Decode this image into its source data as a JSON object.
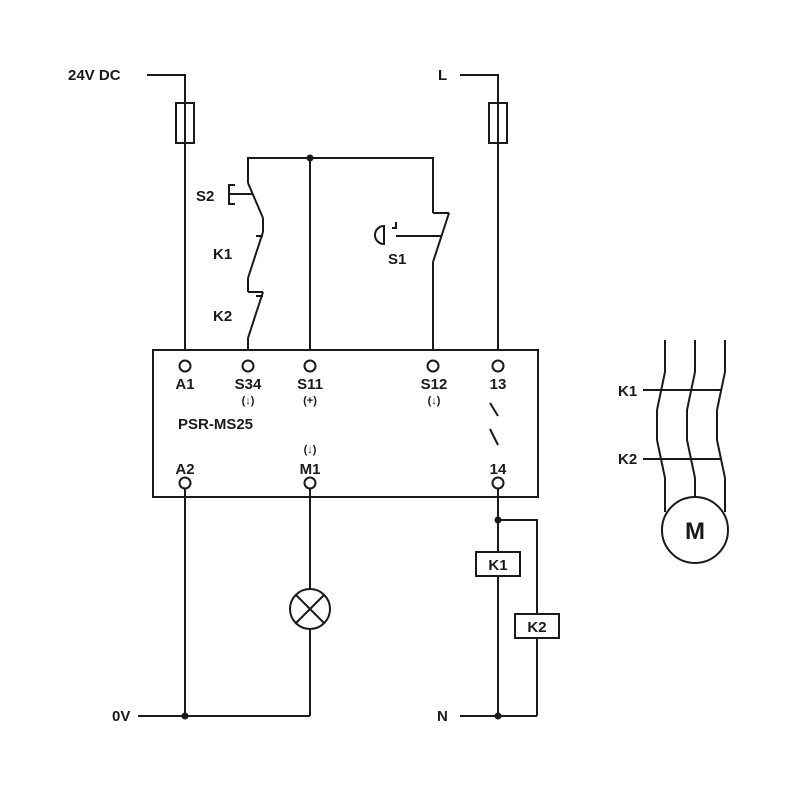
{
  "supplies": {
    "v24": "24V DC",
    "l": "L",
    "zero": "0V",
    "n": "N"
  },
  "module": {
    "name": "PSR-MS25",
    "terminals": {
      "a1": "A1",
      "s34": "S34",
      "s34_sub": "(↓)",
      "s11": "S11",
      "s11_sub": "(+)",
      "s12": "S12",
      "s12_sub": "(↓)",
      "t13": "13",
      "a2": "A2",
      "m1": "M1",
      "m1_sub": "(↓)",
      "t14": "14"
    }
  },
  "components": {
    "s2": "S2",
    "k1_contact": "K1",
    "k2_contact": "K2",
    "s1": "S1",
    "k1_coil": "K1",
    "k2_coil": "K2",
    "k1_main": "K1",
    "k2_main": "K2",
    "motor": "M"
  }
}
